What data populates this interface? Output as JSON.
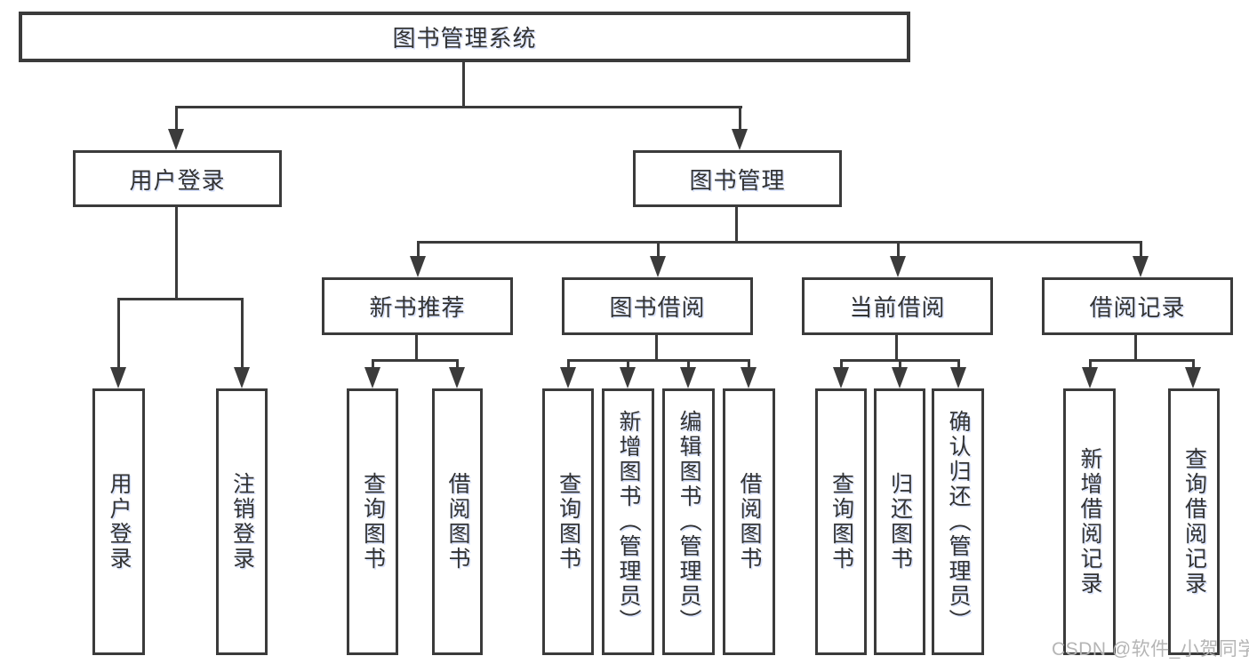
{
  "watermark": "CSDN @软件_小贺同学",
  "colors": {
    "line": "#3b3b3b",
    "text": "#333333",
    "watermark": "#b5b5b5",
    "background": "#ffffff"
  },
  "tree": {
    "root": {
      "label": "图书管理系统",
      "children": [
        {
          "label": "用户登录",
          "children": [
            {
              "label": "用户登录"
            },
            {
              "label": "注销登录"
            }
          ]
        },
        {
          "label": "图书管理",
          "children": [
            {
              "label": "新书推荐",
              "children": [
                {
                  "label": "查询图书"
                },
                {
                  "label": "借阅图书"
                }
              ]
            },
            {
              "label": "图书借阅",
              "children": [
                {
                  "label": "查询图书"
                },
                {
                  "label": "新增图书（管理员）"
                },
                {
                  "label": "编辑图书（管理员）"
                },
                {
                  "label": "借阅图书"
                }
              ]
            },
            {
              "label": "当前借阅",
              "children": [
                {
                  "label": "查询图书"
                },
                {
                  "label": "归还图书"
                },
                {
                  "label": "确认归还（管理员）"
                }
              ]
            },
            {
              "label": "借阅记录",
              "children": [
                {
                  "label": "新增借阅记录"
                },
                {
                  "label": "查询借阅记录"
                }
              ]
            }
          ]
        }
      ]
    }
  }
}
